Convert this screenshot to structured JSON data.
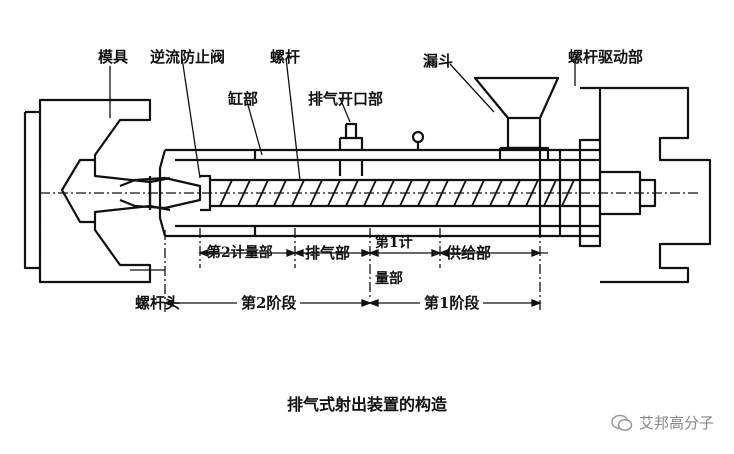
{
  "labels": {
    "mold": "模具",
    "check_valve": "逆流防止阀",
    "screw": "螺杆",
    "barrel": "缸部",
    "vent_opening": "排气开口部",
    "hopper": "漏斗",
    "screw_drive": "螺杆驱动部",
    "metering2": "第2计量部",
    "vent_section": "排气部",
    "metering1_a": "第1计",
    "metering1_b": "量部",
    "feed_section": "供给部",
    "screw_head": "螺杆头",
    "stage2": "第2阶段",
    "stage1": "第1阶段"
  },
  "caption": "排气式射出装置的构造",
  "watermark": "艾邦高分子"
}
